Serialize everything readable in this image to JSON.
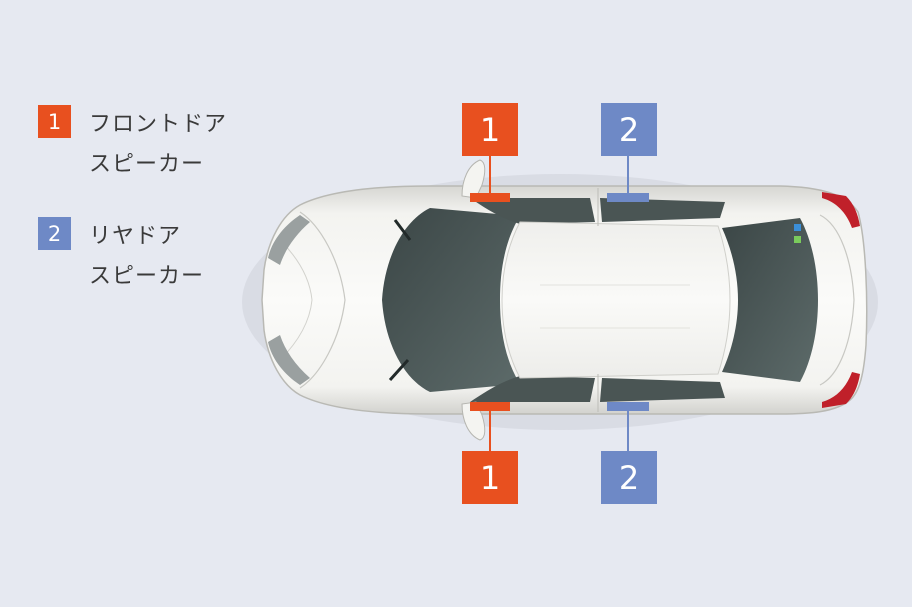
{
  "colors": {
    "background": "#e6e9f1",
    "front_speaker": "#e8501f",
    "rear_speaker": "#6e89c6"
  },
  "legend": [
    {
      "number": "1",
      "line1": "フロントドア",
      "line2": "スピーカー"
    },
    {
      "number": "2",
      "line1": "リヤドア",
      "line2": "スピーカー"
    }
  ],
  "callouts": {
    "front_top": "1",
    "rear_top": "2",
    "front_bottom": "1",
    "rear_bottom": "2"
  }
}
